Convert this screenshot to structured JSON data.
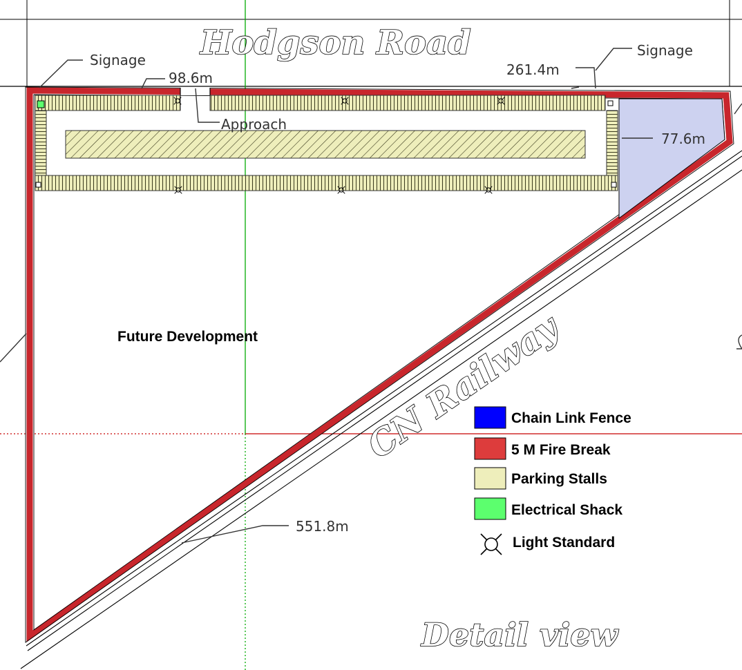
{
  "road": {
    "name": "Hodgson Road"
  },
  "railway": {
    "name": "CN Railway"
  },
  "view_title": "Detail view",
  "area": {
    "future_development": "Future Development"
  },
  "annotations": {
    "signage_left": "Signage",
    "signage_right": "Signage",
    "approach": "Approach",
    "dim_top_left": "98.6m",
    "dim_top_right": "261.4m",
    "dim_right": "77.6m",
    "dim_diagonal": "551.8m"
  },
  "legend": {
    "items": [
      {
        "label": "Chain Link Fence",
        "color": "#0000ff",
        "icon": "blue-swatch"
      },
      {
        "label": "5 M Fire Break",
        "color": "#dd3c3c",
        "icon": "red-swatch"
      },
      {
        "label": "Parking Stalls",
        "color": "#eeeebb",
        "icon": "cream-swatch"
      },
      {
        "label": "Electrical Shack",
        "color": "#5cff6e",
        "icon": "green-swatch"
      },
      {
        "label": "Light Standard",
        "icon": "light-standard-icon"
      }
    ]
  },
  "colors": {
    "fire_break": "#c8262c",
    "parking": "#eeeebb",
    "shack": "#5cff6e",
    "compound": "#cdd2f0",
    "guide_green": "#00aa00",
    "guide_red": "#c80000"
  }
}
